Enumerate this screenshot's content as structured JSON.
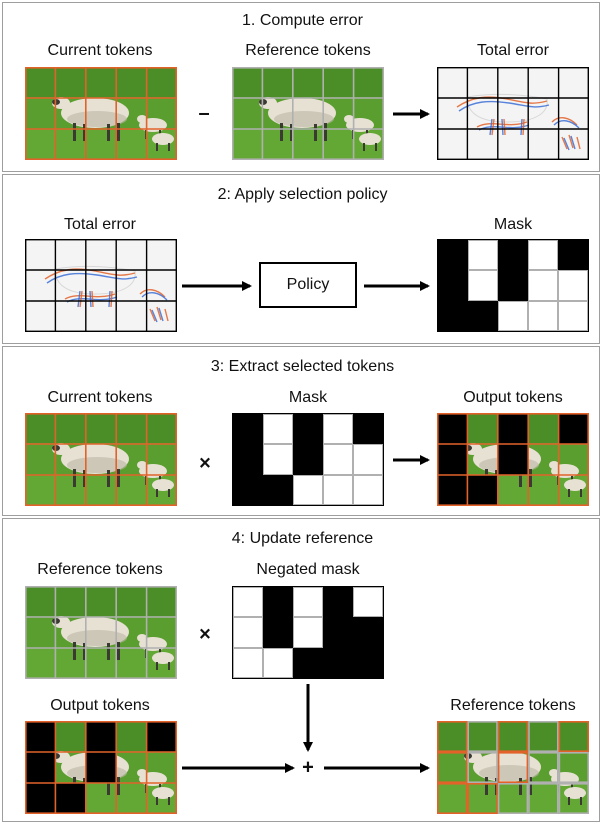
{
  "steps": [
    {
      "title": "1. Compute error",
      "labels": {
        "current": "Current tokens",
        "reference": "Reference tokens",
        "error": "Total error"
      },
      "ops": {
        "minus": "–"
      }
    },
    {
      "title": "2: Apply selection policy",
      "labels": {
        "error": "Total error",
        "mask": "Mask"
      },
      "policy": "Policy"
    },
    {
      "title": "3: Extract selected tokens",
      "labels": {
        "current": "Current tokens",
        "mask": "Mask",
        "output": "Output tokens"
      },
      "ops": {
        "times": "×"
      }
    },
    {
      "title": "4: Update reference",
      "labels": {
        "reference": "Reference tokens",
        "negated": "Negated mask",
        "output": "Output tokens",
        "reference_out": "Reference tokens"
      },
      "ops": {
        "times": "×",
        "plus": "+"
      }
    }
  ],
  "mask": [
    [
      1,
      0,
      1,
      0,
      1
    ],
    [
      1,
      0,
      1,
      0,
      0
    ],
    [
      1,
      1,
      0,
      0,
      0
    ]
  ],
  "negated_mask": [
    [
      0,
      1,
      0,
      1,
      0
    ],
    [
      0,
      1,
      0,
      1,
      1
    ],
    [
      0,
      0,
      1,
      1,
      1
    ]
  ],
  "colors": {
    "grass": "#5a9e2f",
    "grass_dark": "#3f7f21",
    "sheep": "#e7e1d3",
    "sheep_shadow": "#bdb6a6",
    "orange": "#e2622a",
    "gray_line": "#b0b0b0",
    "error_red": "#e2622a",
    "error_blue": "#3c6fd6"
  }
}
